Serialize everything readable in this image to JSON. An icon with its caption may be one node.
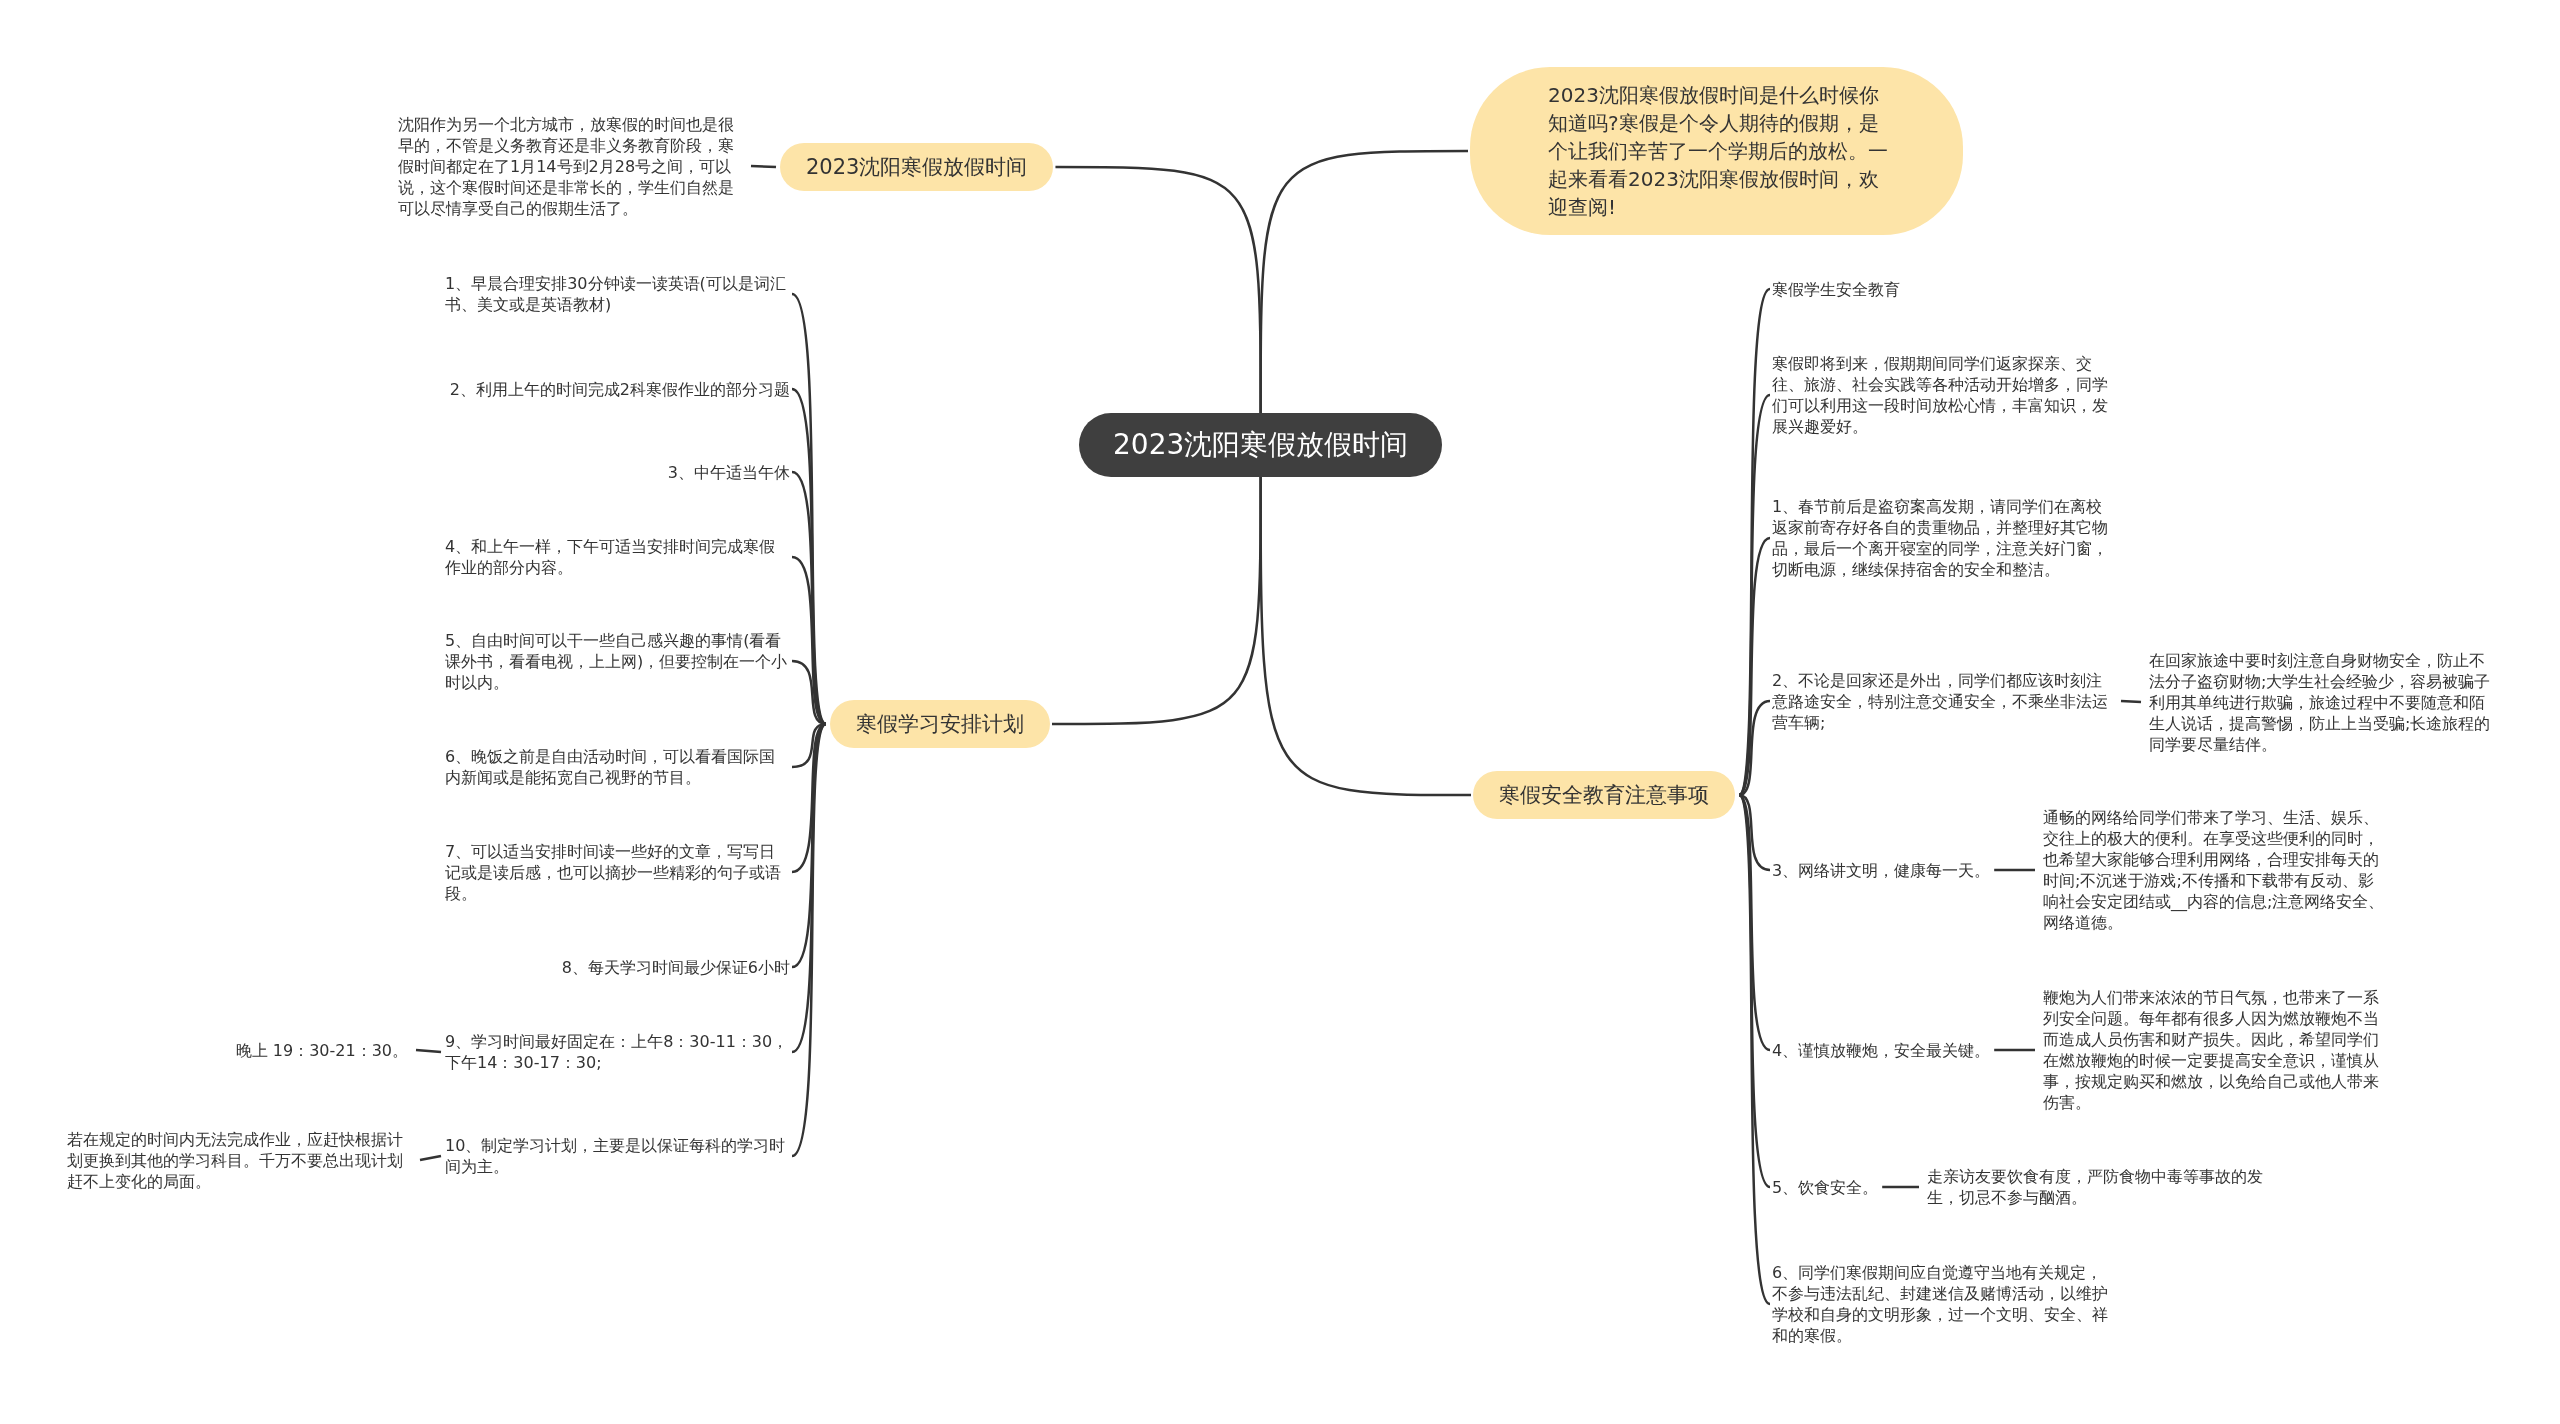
{
  "diagram": {
    "nodes": [
      {
        "text": [
          "2023沈阳寒假放假时间"
        ]
      },
      {
        "text": [
          "2023沈阳寒假放假时间是什么时候你知道吗?寒假是个令人期待的假期，是个让我们辛苦了一个学期后的放松。一起来看看2023沈阳寒假放假时间，欢迎查阅!"
        ]
      },
      {
        "text": [
          "2023沈阳寒假放假时间"
        ]
      },
      {
        "text": [
          "沈阳作为另一个北方城市，放寒假的时间也是很早的，不管是义务教育还是非义务教育阶段，寒假时间都定在了1月14号到2月28号之间，可以说，这个寒假时间还是非常长的，学生们自然是可以尽情享受自己的假期生活了。"
        ]
      },
      {
        "text": [
          "寒假学习安排计划"
        ]
      },
      {
        "text": [
          "1、早晨合理安排30分钟读一读英语(可以是词汇书、美文或是英语教材)"
        ]
      },
      {
        "text": [
          "2、利用上午的时间完成2科寒假作业的部分习题"
        ]
      },
      {
        "text": [
          "3、中午适当午休"
        ]
      },
      {
        "text": [
          "4、和上午一样，下午可适当安排时间完成寒假作业的部分内容。"
        ]
      },
      {
        "text": [
          "5、自由时间可以干一些自己感兴趣的事情(看看课外书，看看电视，上上网)，但要控制在一个小时以内。"
        ]
      },
      {
        "text": [
          "6、晚饭之前是自由活动时间，可以看看国际国内新闻或是能拓宽自己视野的节目。"
        ]
      },
      {
        "text": [
          "7、可以适当安排时间读一些好的文章，写写日记或是读后感，也可以摘抄一些精彩的句子或语段。"
        ]
      },
      {
        "text": [
          "8、每天学习时间最少保证6小时"
        ]
      },
      {
        "text": [
          "9、学习时间最好固定在：上午8：30-11：30，下午14：30-17：30;"
        ]
      },
      {
        "text": [
          "10、制定学习计划，主要是以保证每科的学习时间为主。"
        ]
      },
      {
        "text": [
          "晚上 19：30-21：30。"
        ]
      },
      {
        "text": [
          "若在规定的时间内无法完成作业，应赶快根据计划更换到其他的学习科目。千万不要总出现计划赶不上变化的局面。"
        ]
      },
      {
        "text": [
          "寒假安全教育注意事项"
        ]
      },
      {
        "text": [
          "寒假学生安全教育"
        ]
      },
      {
        "text": [
          "寒假即将到来，假期期间同学们返家探亲、交往、旅游、社会实践等各种活动开始增多，同学们可以利用这一段时间放松心情，丰富知识，发展兴趣爱好。"
        ]
      },
      {
        "text": [
          "1、春节前后是盗窃案高发期，请同学们在离校返家前寄存好各自的贵重物品，并整理好其它物品，最后一个离开寝室的同学，注意关好门窗，切断电源，继续保持宿舍的安全和整洁。"
        ]
      },
      {
        "text": [
          "2、不论是回家还是外出，同学们都应该时刻注意路途安全，特别注意交通安全，不乘坐非法运营车辆;"
        ]
      },
      {
        "text": [
          "在回家旅途中要时刻注意自身财物安全，防止不法分子盗窃财物;大学生社会经验少，容易被骗子利用其单纯进行欺骗，旅途过程中不要随意和陌生人说话，提高警惕，防止上当受骗;长途旅程的同学要尽量结伴。"
        ]
      },
      {
        "text": [
          "3、网络讲文明，健康每一天。"
        ]
      },
      {
        "text": [
          "通畅的网络给同学们带来了学习、生活、娱乐、交往上的极大的便利。在享受这些便利的同时，也希望大家能够合理利用网络，合理安排每天的时间;不沉迷于游戏;不传播和下载带有反动、影响社会安定团结或__内容的信息;注意网络安全、网络道德。"
        ]
      },
      {
        "text": [
          "4、谨慎放鞭炮，安全最关键。"
        ]
      },
      {
        "text": [
          "鞭炮为人们带来浓浓的节日气氛，也带来了一系列安全问题。每年都有很多人因为燃放鞭炮不当而造成人员伤害和财产损失。因此，希望同学们在燃放鞭炮的时候一定要提高安全意识，谨慎从事，按规定购买和燃放，以免给自己或他人带来伤害。"
        ]
      },
      {
        "text": [
          "5、饮食安全。"
        ]
      },
      {
        "text": [
          "走亲访友要饮食有度，严防食物中毒等事故的发生，切忌不参与酗酒。"
        ]
      },
      {
        "text": [
          "6、同学们寒假期间应自觉遵守当地有关规定，不参与违法乱纪、封建迷信及赌博活动，以维护学校和自身的文明形象，过一个文明、安全、祥和的寒假。"
        ]
      }
    ],
    "edges": [
      {
        "from": 0,
        "to": 1,
        "arrow": "none"
      },
      {
        "from": 0,
        "to": 2,
        "arrow": "none"
      },
      {
        "from": 0,
        "to": 4,
        "arrow": "none"
      },
      {
        "from": 0,
        "to": 17,
        "arrow": "none"
      },
      {
        "from": 2,
        "to": 3,
        "arrow": "none"
      },
      {
        "from": 4,
        "to": 5,
        "arrow": "none"
      },
      {
        "from": 4,
        "to": 6,
        "arrow": "none"
      },
      {
        "from": 4,
        "to": 7,
        "arrow": "none"
      },
      {
        "from": 4,
        "to": 8,
        "arrow": "none"
      },
      {
        "from": 4,
        "to": 9,
        "arrow": "none"
      },
      {
        "from": 4,
        "to": 10,
        "arrow": "none"
      },
      {
        "from": 4,
        "to": 11,
        "arrow": "none"
      },
      {
        "from": 4,
        "to": 12,
        "arrow": "none"
      },
      {
        "from": 4,
        "to": 13,
        "arrow": "none"
      },
      {
        "from": 4,
        "to": 14,
        "arrow": "none"
      },
      {
        "from": 13,
        "to": 15,
        "arrow": "none"
      },
      {
        "from": 14,
        "to": 16,
        "arrow": "none"
      },
      {
        "from": 17,
        "to": 18,
        "arrow": "none"
      },
      {
        "from": 17,
        "to": 19,
        "arrow": "none"
      },
      {
        "from": 17,
        "to": 20,
        "arrow": "none"
      },
      {
        "from": 17,
        "to": 21,
        "arrow": "none"
      },
      {
        "from": 21,
        "to": 22,
        "arrow": "none"
      },
      {
        "from": 17,
        "to": 23,
        "arrow": "none"
      },
      {
        "from": 23,
        "to": 24,
        "arrow": "none"
      },
      {
        "from": 17,
        "to": 25,
        "arrow": "none"
      },
      {
        "from": 25,
        "to": 26,
        "arrow": "none"
      },
      {
        "from": 17,
        "to": 27,
        "arrow": "none"
      },
      {
        "from": 27,
        "to": 28,
        "arrow": "none"
      },
      {
        "from": 17,
        "to": 29,
        "arrow": "none"
      }
    ]
  }
}
